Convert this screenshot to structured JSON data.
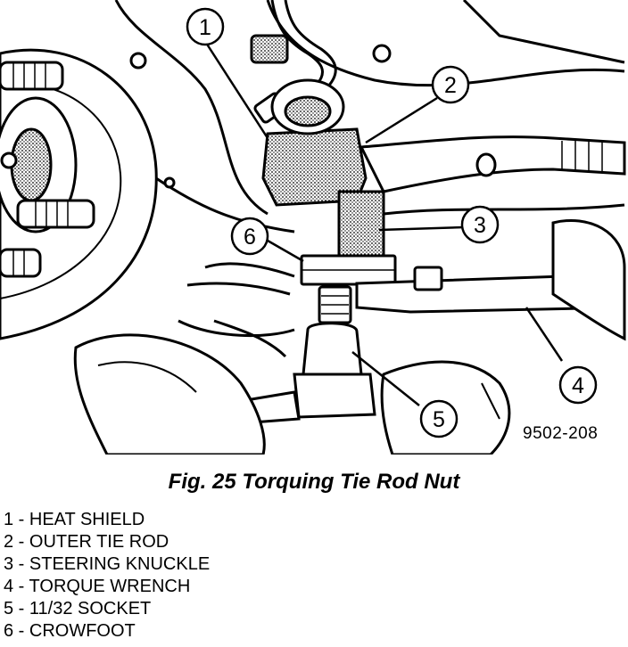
{
  "figure": {
    "number": "9502-208",
    "caption": "Fig. 25 Torquing Tie Rod Nut"
  },
  "callouts": [
    {
      "id": "1",
      "label": "HEAT SHIELD"
    },
    {
      "id": "2",
      "label": "OUTER TIE ROD"
    },
    {
      "id": "3",
      "label": "STEERING KNUCKLE"
    },
    {
      "id": "4",
      "label": "TORQUE WRENCH"
    },
    {
      "id": "5",
      "label": "11/32 SOCKET"
    },
    {
      "id": "6",
      "label": "CROWFOOT"
    }
  ],
  "legend": [
    "1 - HEAT SHIELD",
    "2 - OUTER TIE ROD",
    "3 - STEERING KNUCKLE",
    "4 - TORQUE WRENCH",
    "5 - 11/32 SOCKET",
    "6 - CROWFOOT"
  ],
  "colors": {
    "line": "#000000",
    "shade": "#9a9a9a",
    "background": "#ffffff"
  }
}
